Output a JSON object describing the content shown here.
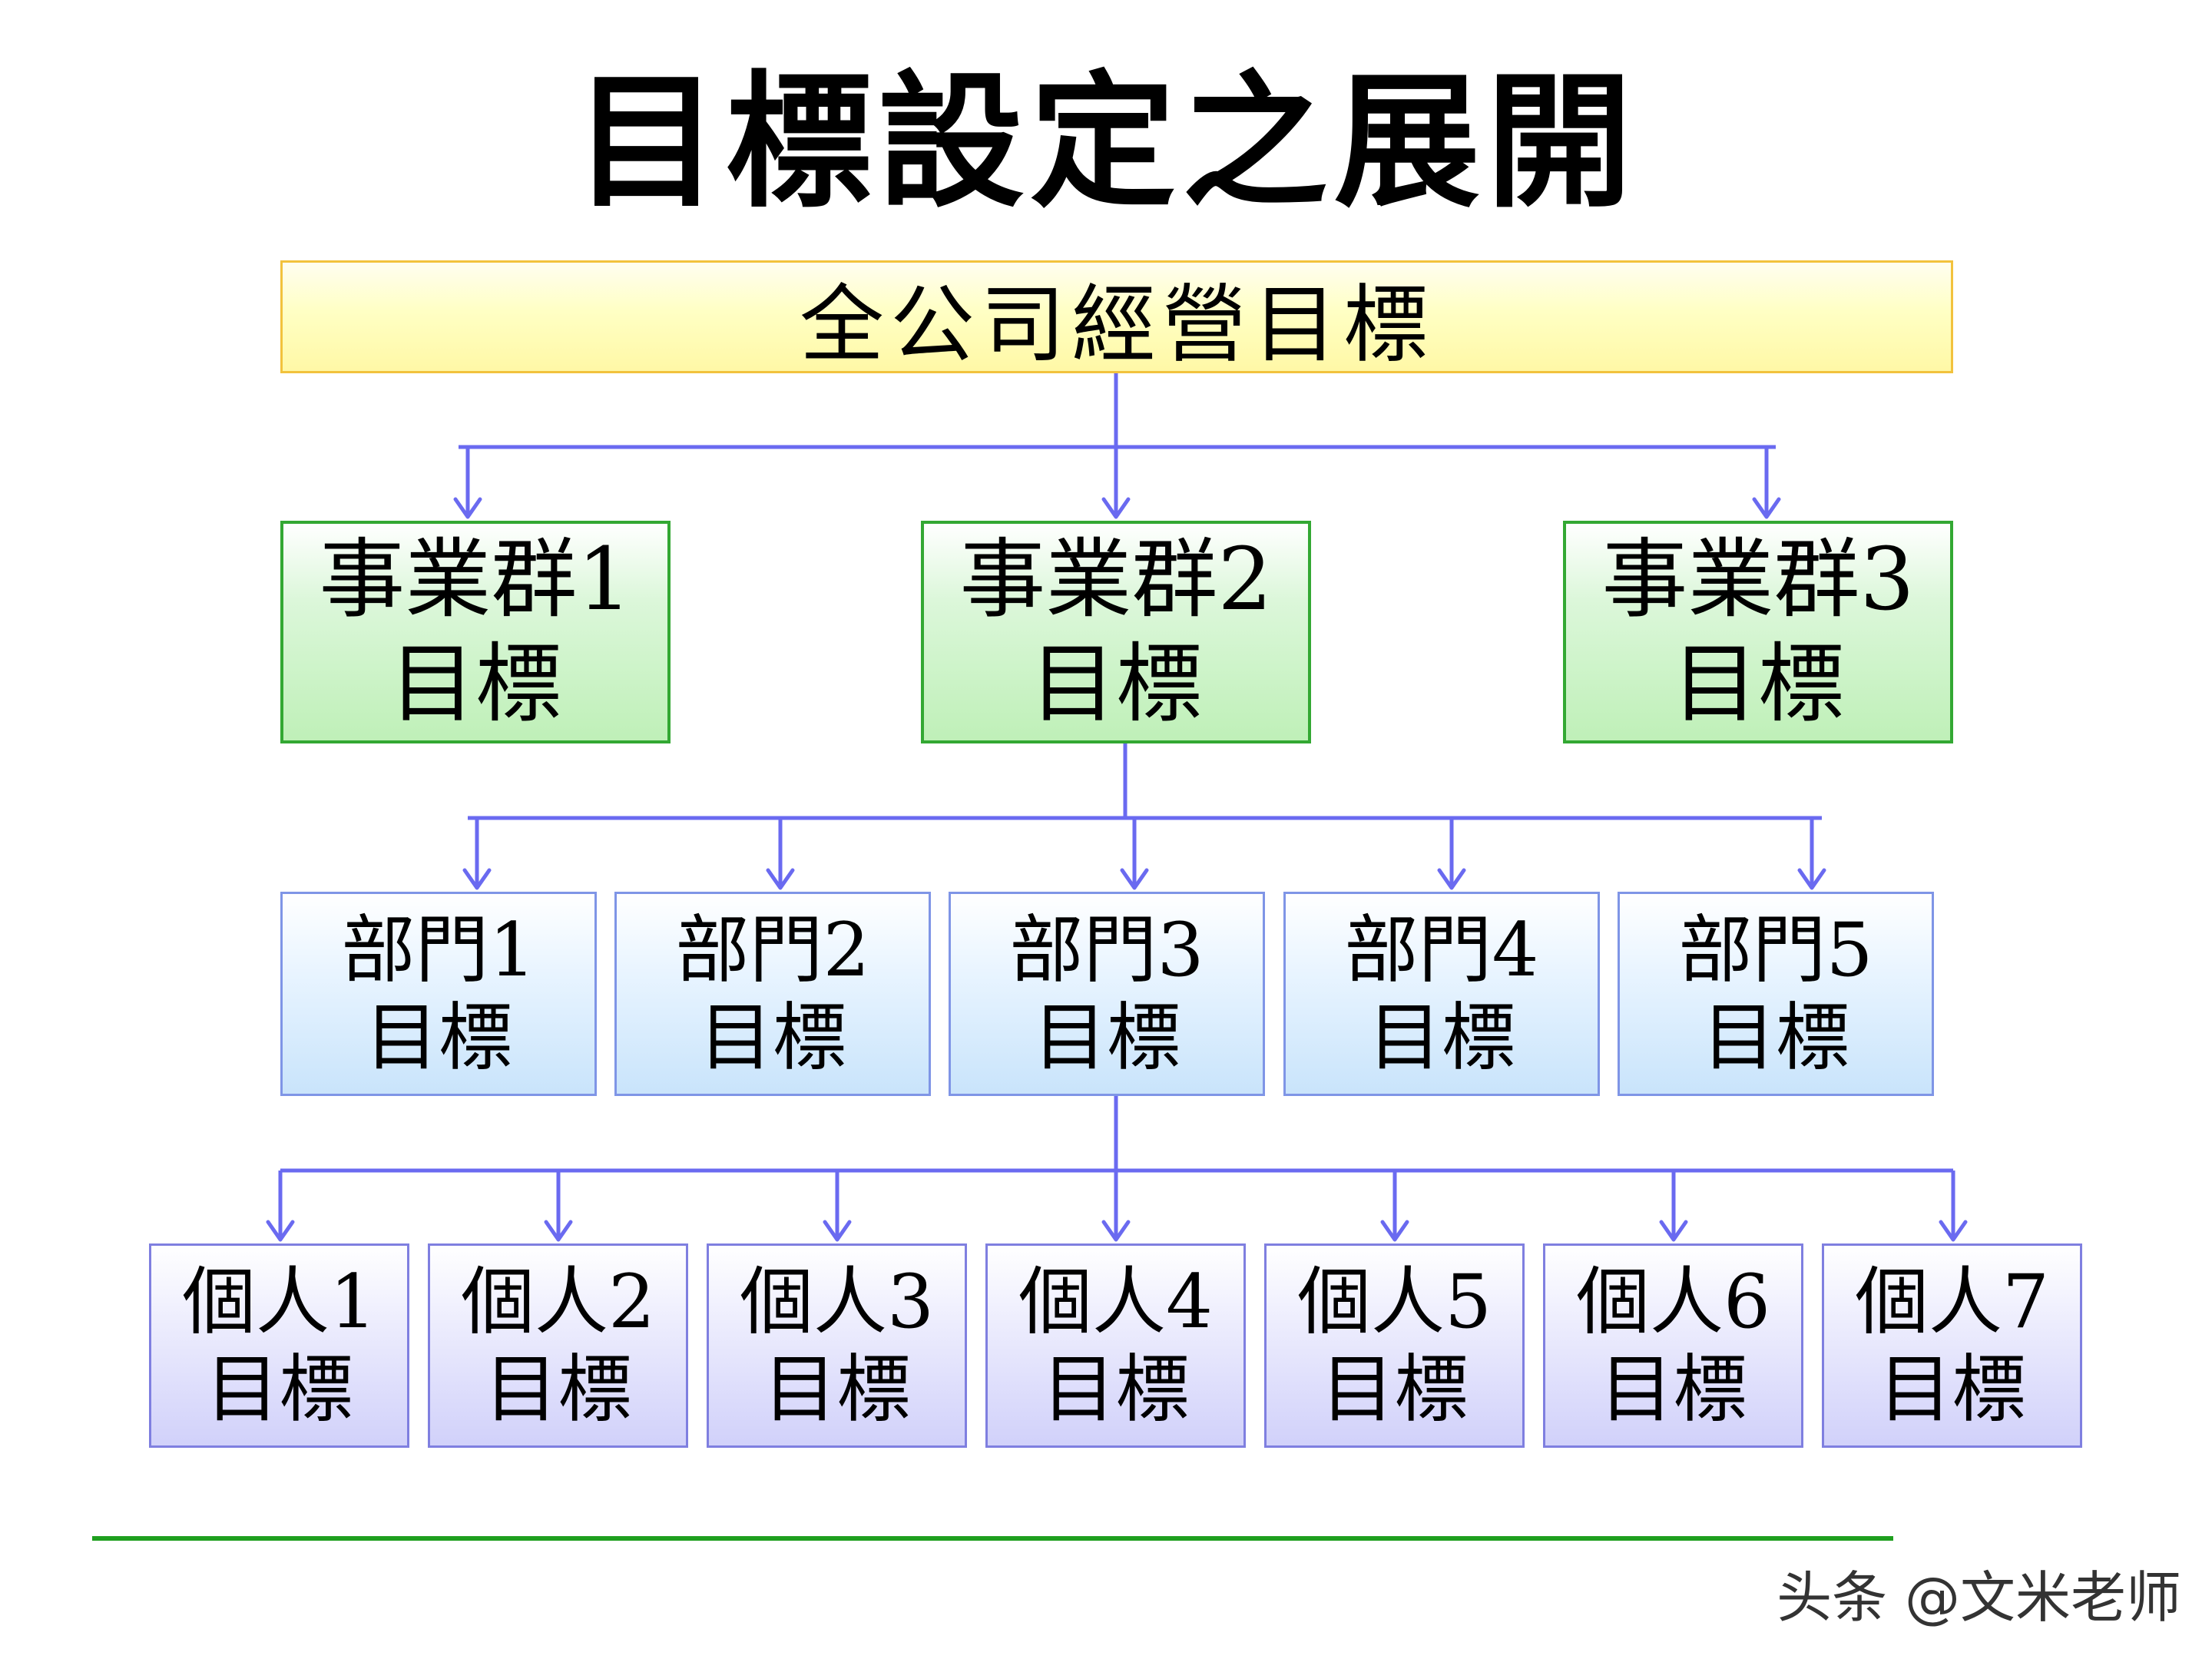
{
  "title": "目標設定之展開",
  "top": {
    "label": "全公司經營目標"
  },
  "groups": [
    {
      "line1": "事業群1",
      "line2": "目標"
    },
    {
      "line1": "事業群2",
      "line2": "目標"
    },
    {
      "line1": "事業群3",
      "line2": "目標"
    }
  ],
  "departments": [
    {
      "line1": "部門1",
      "line2": "目標"
    },
    {
      "line1": "部門2",
      "line2": "目標"
    },
    {
      "line1": "部門3",
      "line2": "目標"
    },
    {
      "line1": "部門4",
      "line2": "目標"
    },
    {
      "line1": "部門5",
      "line2": "目標"
    }
  ],
  "individuals": [
    {
      "line1": "個人1",
      "line2": "目標"
    },
    {
      "line1": "個人2",
      "line2": "目標"
    },
    {
      "line1": "個人3",
      "line2": "目標"
    },
    {
      "line1": "個人4",
      "line2": "目標"
    },
    {
      "line1": "個人5",
      "line2": "目標"
    },
    {
      "line1": "個人6",
      "line2": "目標"
    },
    {
      "line1": "個人7",
      "line2": "目標"
    }
  ],
  "watermark": "头条 @文米老师",
  "colors": {
    "connector": "#6a6af0",
    "top_border": "#f2c23d",
    "top_fill": "#fff8a6",
    "group_border": "#33a833",
    "group_fill": "#bff0b8",
    "dept_border": "#7f95e6",
    "dept_fill": "#c9e4fb",
    "person_border": "#7f7fe0",
    "person_fill": "#d1d1fa",
    "rule": "#1f9f1f"
  }
}
